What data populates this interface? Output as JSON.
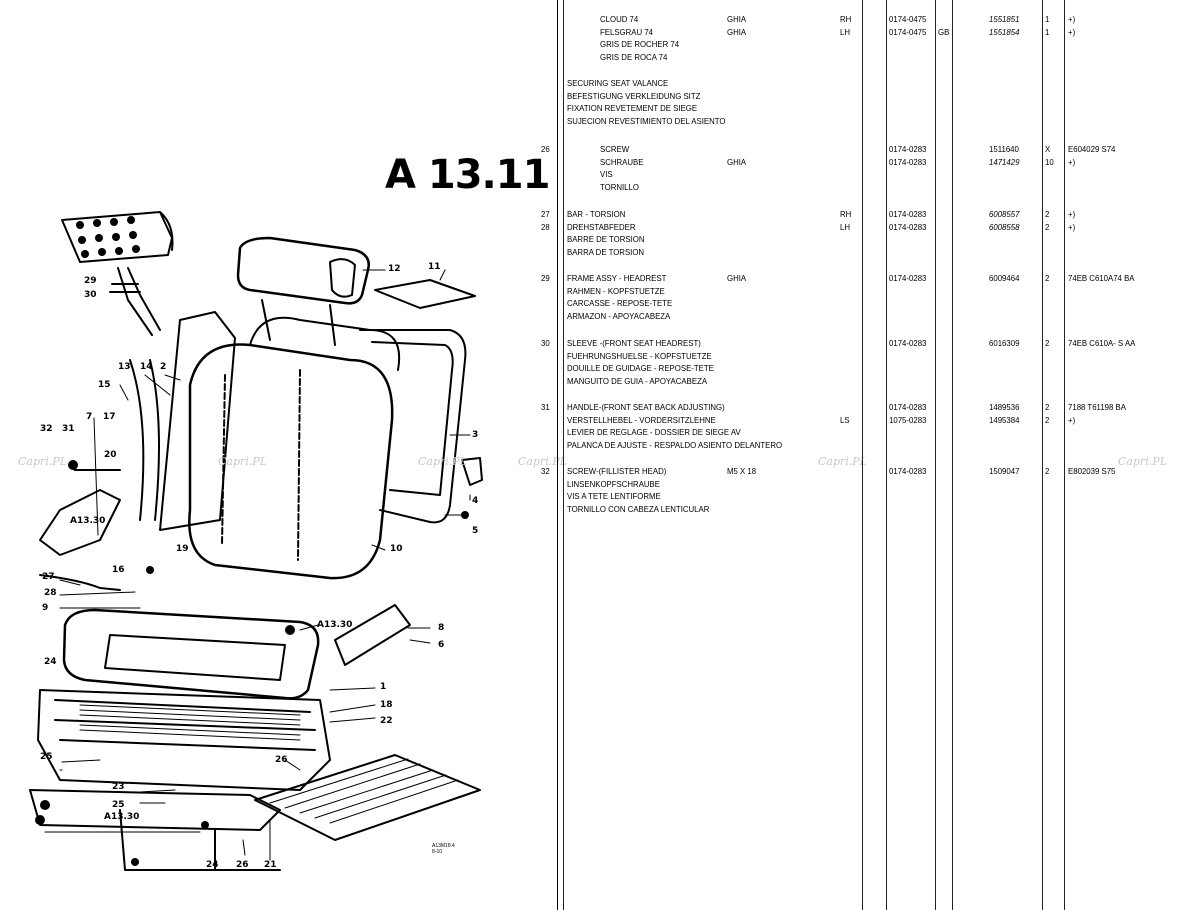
{
  "section": "A 13.11",
  "drawing_code": [
    "A13M18.4",
    "8-10"
  ],
  "watermark": "Capri.PL",
  "callouts": [
    "29",
    "30",
    "13",
    "14",
    "2",
    "15",
    "17",
    "20",
    "32",
    "31",
    "7",
    "A13.30",
    "12",
    "11",
    "3",
    "4",
    "5",
    "19",
    "16",
    "27",
    "28",
    "9",
    "10",
    "8",
    "6",
    "A13.30",
    "1",
    "18",
    "22",
    "24",
    "25",
    "23",
    "26",
    "25",
    "A13.30",
    "21",
    "24",
    "26"
  ],
  "rows": [
    {
      "lines": [
        "CLOUD 74",
        "FELSGRAU 74",
        "GRIS DE ROCHER 74",
        "GRIS DE ROCA 74"
      ],
      "indent": true,
      "variant": [
        "GHIA",
        "GHIA"
      ],
      "side": [
        "RH",
        "LH"
      ],
      "dates": [
        "0174-0475",
        "0174-0475"
      ],
      "code": [
        "",
        "GB"
      ],
      "part": [
        "1551851",
        "1551854"
      ],
      "qty": [
        "1",
        "1"
      ],
      "remark": [
        "+)",
        "+)"
      ],
      "italic": true
    },
    {
      "lines": [
        "SECURING SEAT VALANCE",
        "BEFESTIGUNG VERKLEIDUNG SITZ",
        "FIXATION REVETEMENT DE SIEGE",
        "SUJECION REVESTIMIENTO DEL ASIENTO"
      ]
    },
    {
      "ref": "26",
      "lines": [
        "SCREW",
        "SCHRAUBE",
        "VIS",
        "TORNILLO"
      ],
      "indent": true,
      "variant": [
        "",
        "GHIA"
      ],
      "side": [
        "",
        ""
      ],
      "dates": [
        "0174-0283",
        "0174-0283"
      ],
      "code": [
        "",
        ""
      ],
      "part": [
        "1511640",
        "1471429"
      ],
      "qty": [
        "X",
        "10"
      ],
      "remark": [
        "E604029 S74",
        "+)"
      ]
    },
    {
      "ref": "27",
      "ref2": "28",
      "lines": [
        "BAR - TORSION",
        "DREHSTABFEDER",
        "BARRE DE TORSION",
        "BARRA DE TORSION"
      ],
      "variant": [
        "",
        ""
      ],
      "side": [
        "RH",
        "LH"
      ],
      "dates": [
        "0174-0283",
        "0174-0283"
      ],
      "code": [
        "",
        ""
      ],
      "part": [
        "6008557",
        "6008558"
      ],
      "qty": [
        "2",
        "2"
      ],
      "remark": [
        "+)",
        "+)"
      ],
      "italic": true
    },
    {
      "ref": "29",
      "lines": [
        "FRAME ASSY - HEADREST",
        "RAHMEN - KOPFSTUETZE",
        "CARCASSE - REPOSE-TETE",
        "ARMAZON - APOYACABEZA"
      ],
      "variant": [
        "GHIA"
      ],
      "side": [
        ""
      ],
      "dates": [
        "0174-0283"
      ],
      "code": [
        ""
      ],
      "part": [
        "6009464"
      ],
      "qty": [
        "2"
      ],
      "remark": [
        "74EB C610A74 BA"
      ]
    },
    {
      "ref": "30",
      "lines": [
        "SLEEVE -(FRONT SEAT HEADREST)",
        "FUEHRUNGSHUELSE - KOPFSTUETZE",
        "DOUILLE DE GUIDAGE - REPOSE-TETE",
        "MANGUITO DE GUIA - APOYACABEZA"
      ],
      "variant": [
        ""
      ],
      "side": [
        ""
      ],
      "dates": [
        "0174-0283"
      ],
      "code": [
        ""
      ],
      "part": [
        "6016309"
      ],
      "qty": [
        "2"
      ],
      "remark": [
        "74EB C610A- S AA"
      ]
    },
    {
      "ref": "31",
      "lines": [
        "HANDLE-(FRONT SEAT BACK ADJUSTING)",
        "VERSTELLHEBEL - VORDERSITZLEHNE",
        "LEVIER DE REGLAGE - DOSSIER DE SIEGE AV",
        "PALANCA DE AJUSTE - RESPALDO ASIENTO DELANTERO"
      ],
      "variant": [
        "",
        ""
      ],
      "side": [
        "",
        "LS"
      ],
      "dates": [
        "0174-0283",
        "1075-0283"
      ],
      "code": [
        "",
        ""
      ],
      "part": [
        "1489536",
        "1495384"
      ],
      "qty": [
        "2",
        "2"
      ],
      "remark": [
        "7188 T61198 BA",
        "+)"
      ]
    },
    {
      "ref": "32",
      "lines": [
        "SCREW-(FILLISTER HEAD)",
        "LINSENKOPFSCHRAUBE",
        "VIS A TETE LENTIFORME",
        "TORNILLO CON CABEZA LENTICULAR"
      ],
      "variant": [
        "M5 X 18"
      ],
      "side": [
        ""
      ],
      "dates": [
        "0174-0283"
      ],
      "code": [
        ""
      ],
      "part": [
        "1509047"
      ],
      "qty": [
        "2"
      ],
      "remark": [
        "E802039 S75"
      ]
    }
  ]
}
